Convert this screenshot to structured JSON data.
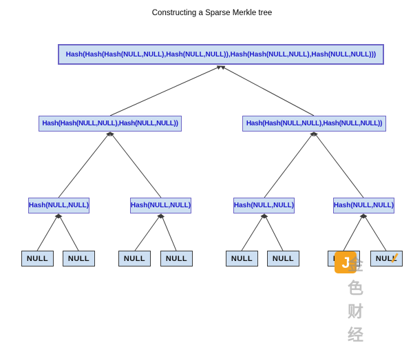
{
  "title": "Constructing a Sparse Merkle tree",
  "tree": {
    "root_label": "Hash(Hash(Hash(NULL,NULL),Hash(NULL,NULL)),Hash(Hash(NULL,NULL),Hash(NULL,NULL)))",
    "level2_labels": [
      "Hash(Hash(NULL,NULL),Hash(NULL,NULL))",
      "Hash(Hash(NULL,NULL),Hash(NULL,NULL))"
    ],
    "level3_labels": [
      "Hash(NULL,NULL)",
      "Hash(NULL,NULL)",
      "Hash(NULL,NULL)",
      "Hash(NULL,NULL)"
    ],
    "leaf_labels": [
      "NULL",
      "NULL",
      "NULL",
      "NULL",
      "NULL",
      "NULL",
      "NULL",
      "NULL"
    ]
  },
  "watermark": {
    "text": "金色财经",
    "logo_letter": "J"
  },
  "colors": {
    "node_fill": "#cddff2",
    "hash_node_border": "#6c63c6",
    "hash_text": "#1a17c9",
    "leaf_border": "#3a3a3a",
    "leaf_text": "#111111",
    "line": "#3c3c3c",
    "watermark_gray": "#8f8f8f",
    "watermark_orange": "#f5a31f"
  }
}
